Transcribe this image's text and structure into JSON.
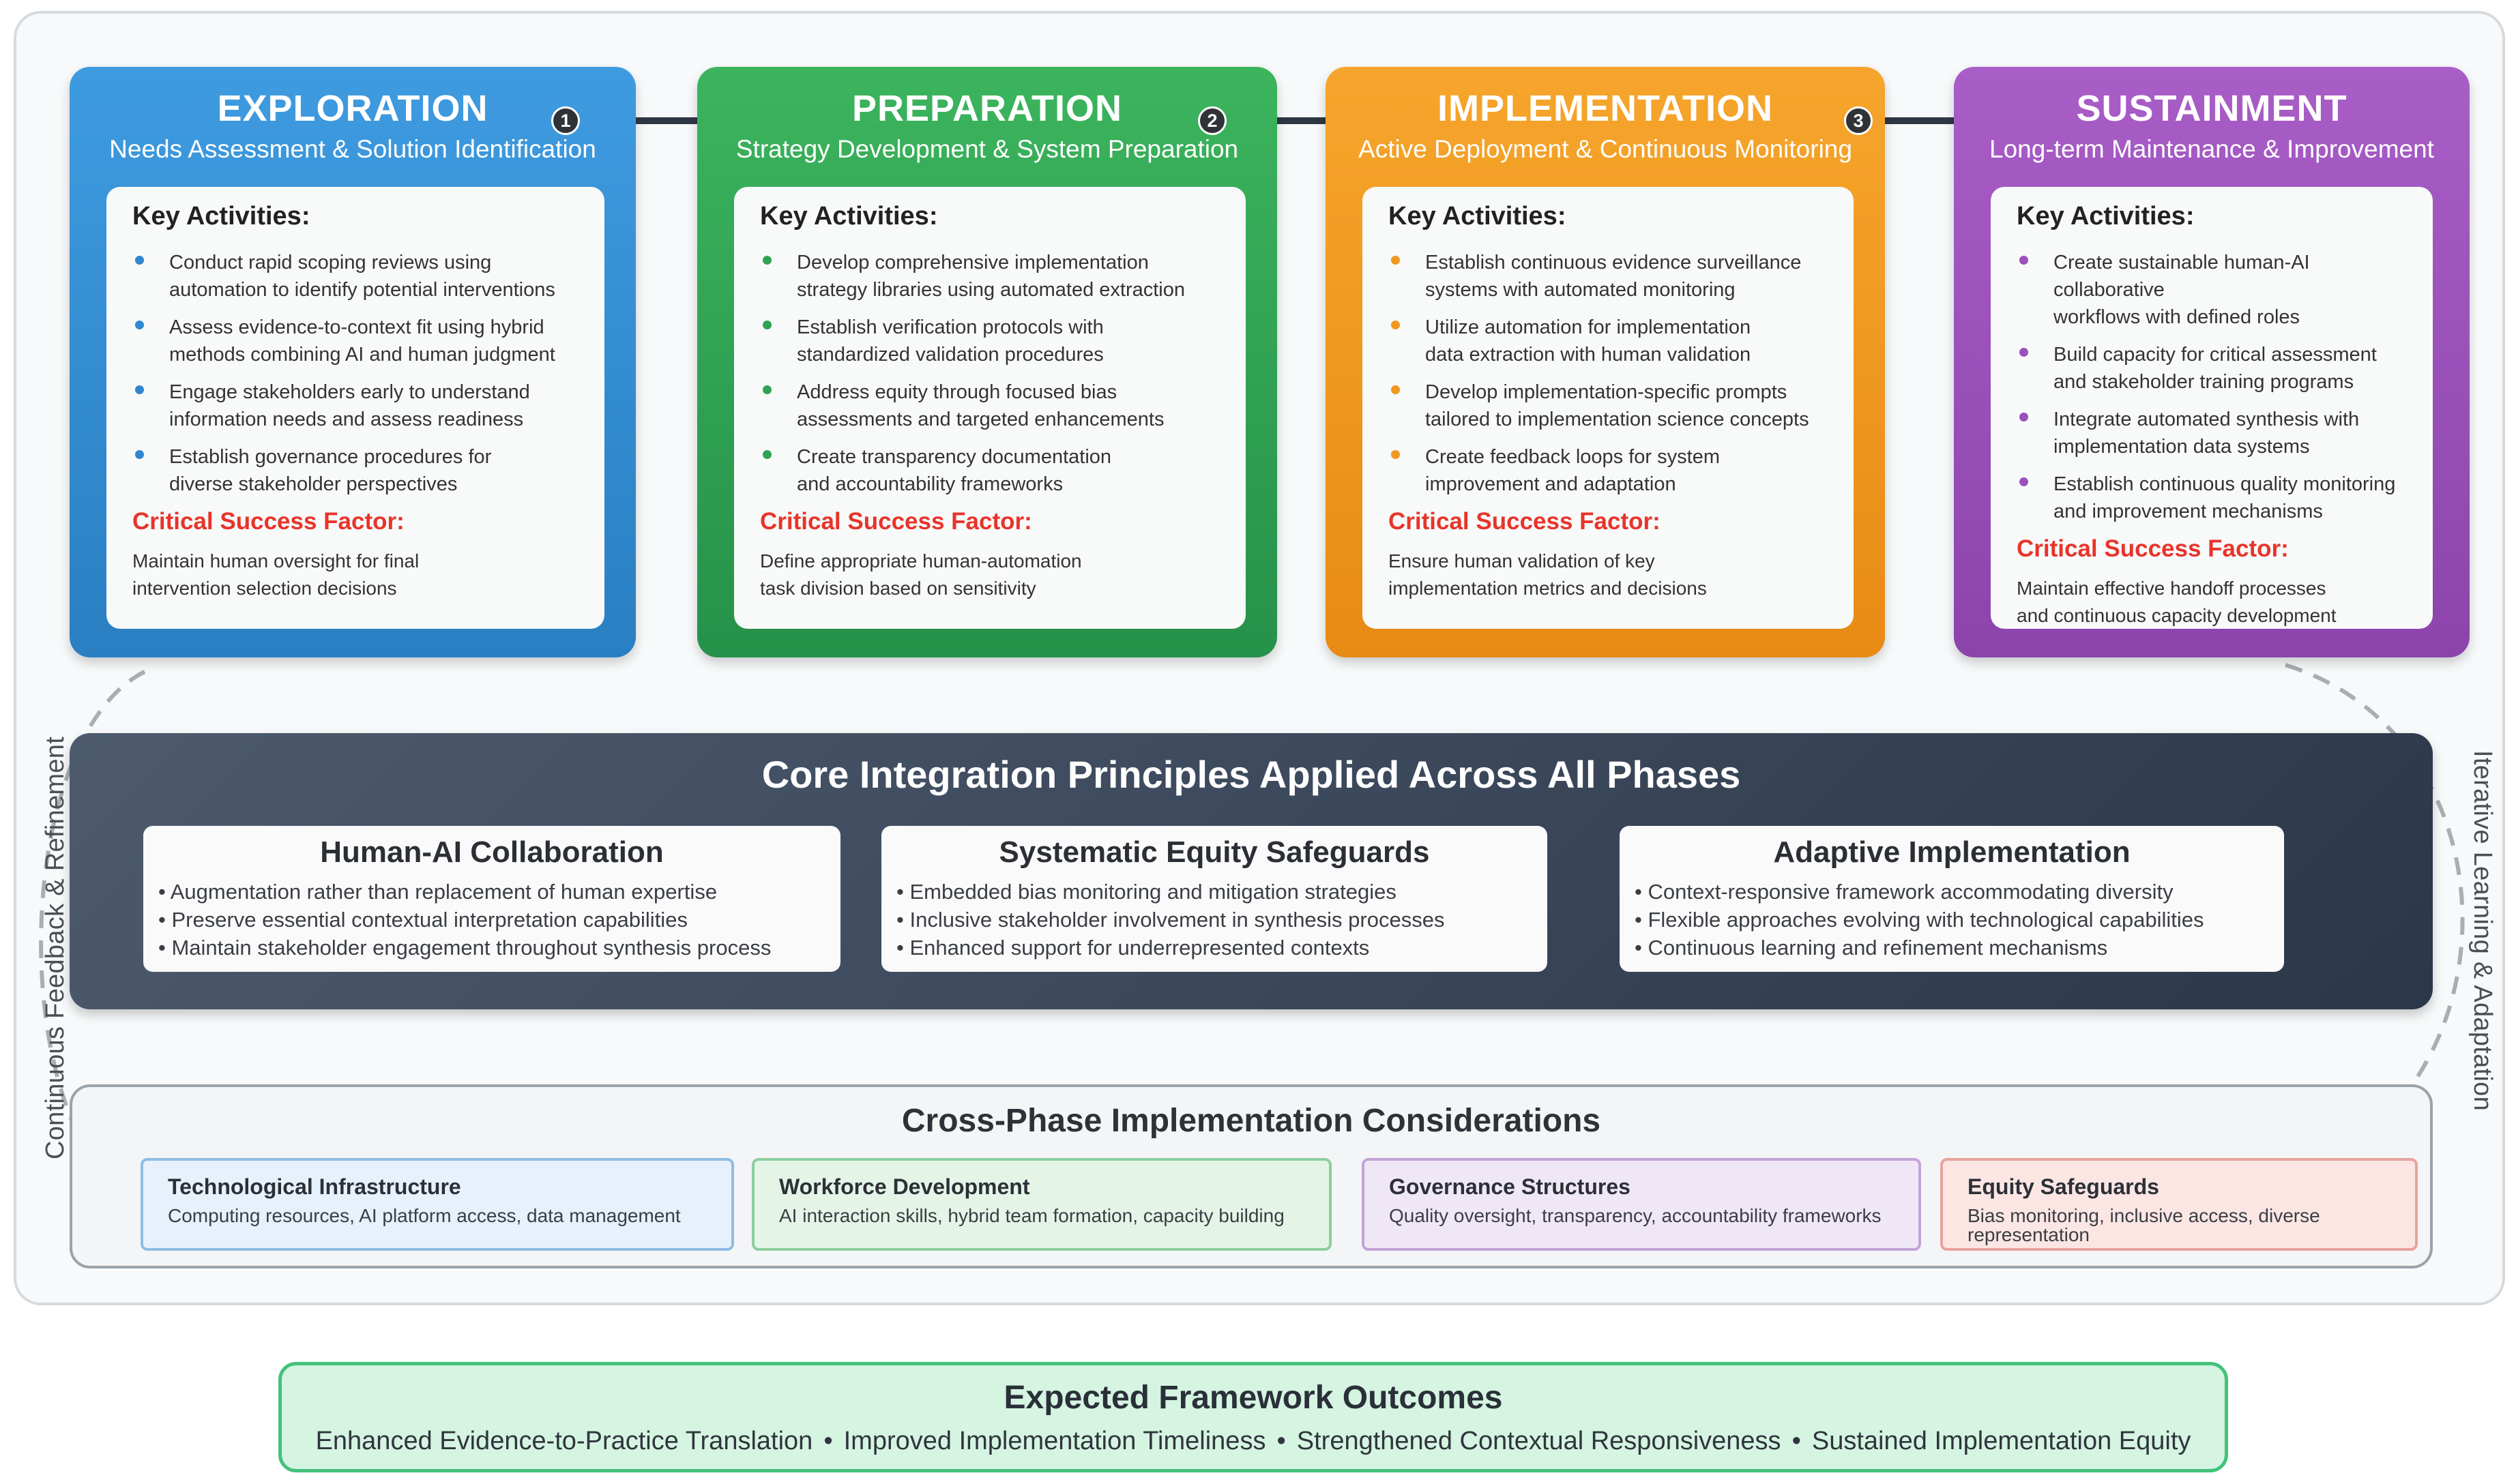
{
  "colors": {
    "exploration": "#2f88cf",
    "preparation": "#2fa354",
    "implementation": "#f0981f",
    "sustainment": "#9b50bb",
    "critical": "#e8342a",
    "core_bg": "#3b4658",
    "outcomes_bg": "#d5f4e2"
  },
  "side_labels": {
    "left": "Continuous Feedback & Refinement",
    "right": "Iterative Learning & Adaptation"
  },
  "phases": [
    {
      "title": "EXPLORATION",
      "subtitle": "Needs Assessment & Solution Identification",
      "badge": "1",
      "key_label": "Key Activities:",
      "activities": [
        [
          "Conduct rapid scoping reviews using",
          "automation to identify potential interventions"
        ],
        [
          "Assess evidence-to-context fit using hybrid",
          "methods combining AI and human judgment"
        ],
        [
          "Engage stakeholders early to understand",
          "information needs and assess readiness"
        ],
        [
          "Establish governance procedures for",
          "diverse stakeholder perspectives"
        ]
      ],
      "csf_label": "Critical Success Factor:",
      "csf": [
        "Maintain human oversight for final",
        "intervention selection decisions"
      ]
    },
    {
      "title": "PREPARATION",
      "subtitle": "Strategy Development & System Preparation",
      "badge": "2",
      "key_label": "Key Activities:",
      "activities": [
        [
          "Develop comprehensive implementation",
          "strategy libraries using automated extraction"
        ],
        [
          "Establish verification protocols with",
          "standardized validation procedures"
        ],
        [
          "Address equity through focused bias",
          "assessments and targeted enhancements"
        ],
        [
          "Create transparency documentation",
          "and accountability frameworks"
        ]
      ],
      "csf_label": "Critical Success Factor:",
      "csf": [
        "Define appropriate human-automation",
        "task division based on sensitivity"
      ]
    },
    {
      "title": "IMPLEMENTATION",
      "subtitle": "Active Deployment & Continuous Monitoring",
      "badge": "3",
      "key_label": "Key Activities:",
      "activities": [
        [
          "Establish continuous evidence surveillance",
          "systems with automated monitoring"
        ],
        [
          "Utilize automation for implementation",
          "data extraction with human validation"
        ],
        [
          "Develop implementation-specific prompts",
          "tailored to implementation science concepts"
        ],
        [
          "Create feedback loops for system",
          "improvement and adaptation"
        ]
      ],
      "csf_label": "Critical Success Factor:",
      "csf": [
        "Ensure human validation of key",
        "implementation metrics and decisions"
      ]
    },
    {
      "title": "SUSTAINMENT",
      "subtitle": "Long-term Maintenance & Improvement",
      "badge": "",
      "key_label": "Key Activities:",
      "activities": [
        [
          "Create sustainable human-AI collaborative",
          "workflows with defined roles"
        ],
        [
          "Build capacity for critical assessment",
          "and stakeholder training programs"
        ],
        [
          "Integrate automated synthesis with",
          "implementation data systems"
        ],
        [
          "Establish continuous quality monitoring",
          "and improvement mechanisms"
        ]
      ],
      "csf_label": "Critical Success Factor:",
      "csf": [
        "Maintain effective handoff processes",
        "and continuous capacity development"
      ]
    }
  ],
  "core": {
    "title": "Core Integration Principles Applied Across All Phases",
    "cards": [
      {
        "title": "Human-AI Collaboration",
        "items": [
          "• Augmentation rather than replacement of human expertise",
          "• Preserve essential contextual interpretation capabilities",
          "• Maintain stakeholder engagement throughout synthesis process"
        ]
      },
      {
        "title": "Systematic Equity Safeguards",
        "items": [
          "• Embedded bias monitoring and mitigation strategies",
          "• Inclusive stakeholder involvement in synthesis processes",
          "• Enhanced support for underrepresented contexts"
        ]
      },
      {
        "title": "Adaptive Implementation",
        "items": [
          "• Context-responsive framework accommodating diversity",
          "• Flexible approaches evolving with technological capabilities",
          "• Continuous learning and refinement mechanisms"
        ]
      }
    ]
  },
  "cross": {
    "title": "Cross-Phase Implementation Considerations",
    "cards": [
      {
        "title": "Technological Infrastructure",
        "desc": "Computing resources, AI platform access, data management",
        "bg": "#e6f1fb",
        "border": "#8dbde6"
      },
      {
        "title": "Workforce Development",
        "desc": "AI interaction skills, hybrid team formation, capacity building",
        "bg": "#e4f5e8",
        "border": "#8ccf9d"
      },
      {
        "title": "Governance Structures",
        "desc": "Quality oversight, transparency, accountability frameworks",
        "bg": "#f0e7f6",
        "border": "#c3a3d8"
      },
      {
        "title": "Equity Safeguards",
        "desc": "Bias monitoring, inclusive access, diverse representation",
        "bg": "#fbe6e4",
        "border": "#e8a39d"
      }
    ]
  },
  "outcomes": {
    "title": "Expected Framework Outcomes",
    "items": [
      "Enhanced Evidence-to-Practice Translation",
      "Improved Implementation Timeliness",
      "Strengthened Contextual Responsiveness",
      "Sustained Implementation Equity"
    ]
  }
}
